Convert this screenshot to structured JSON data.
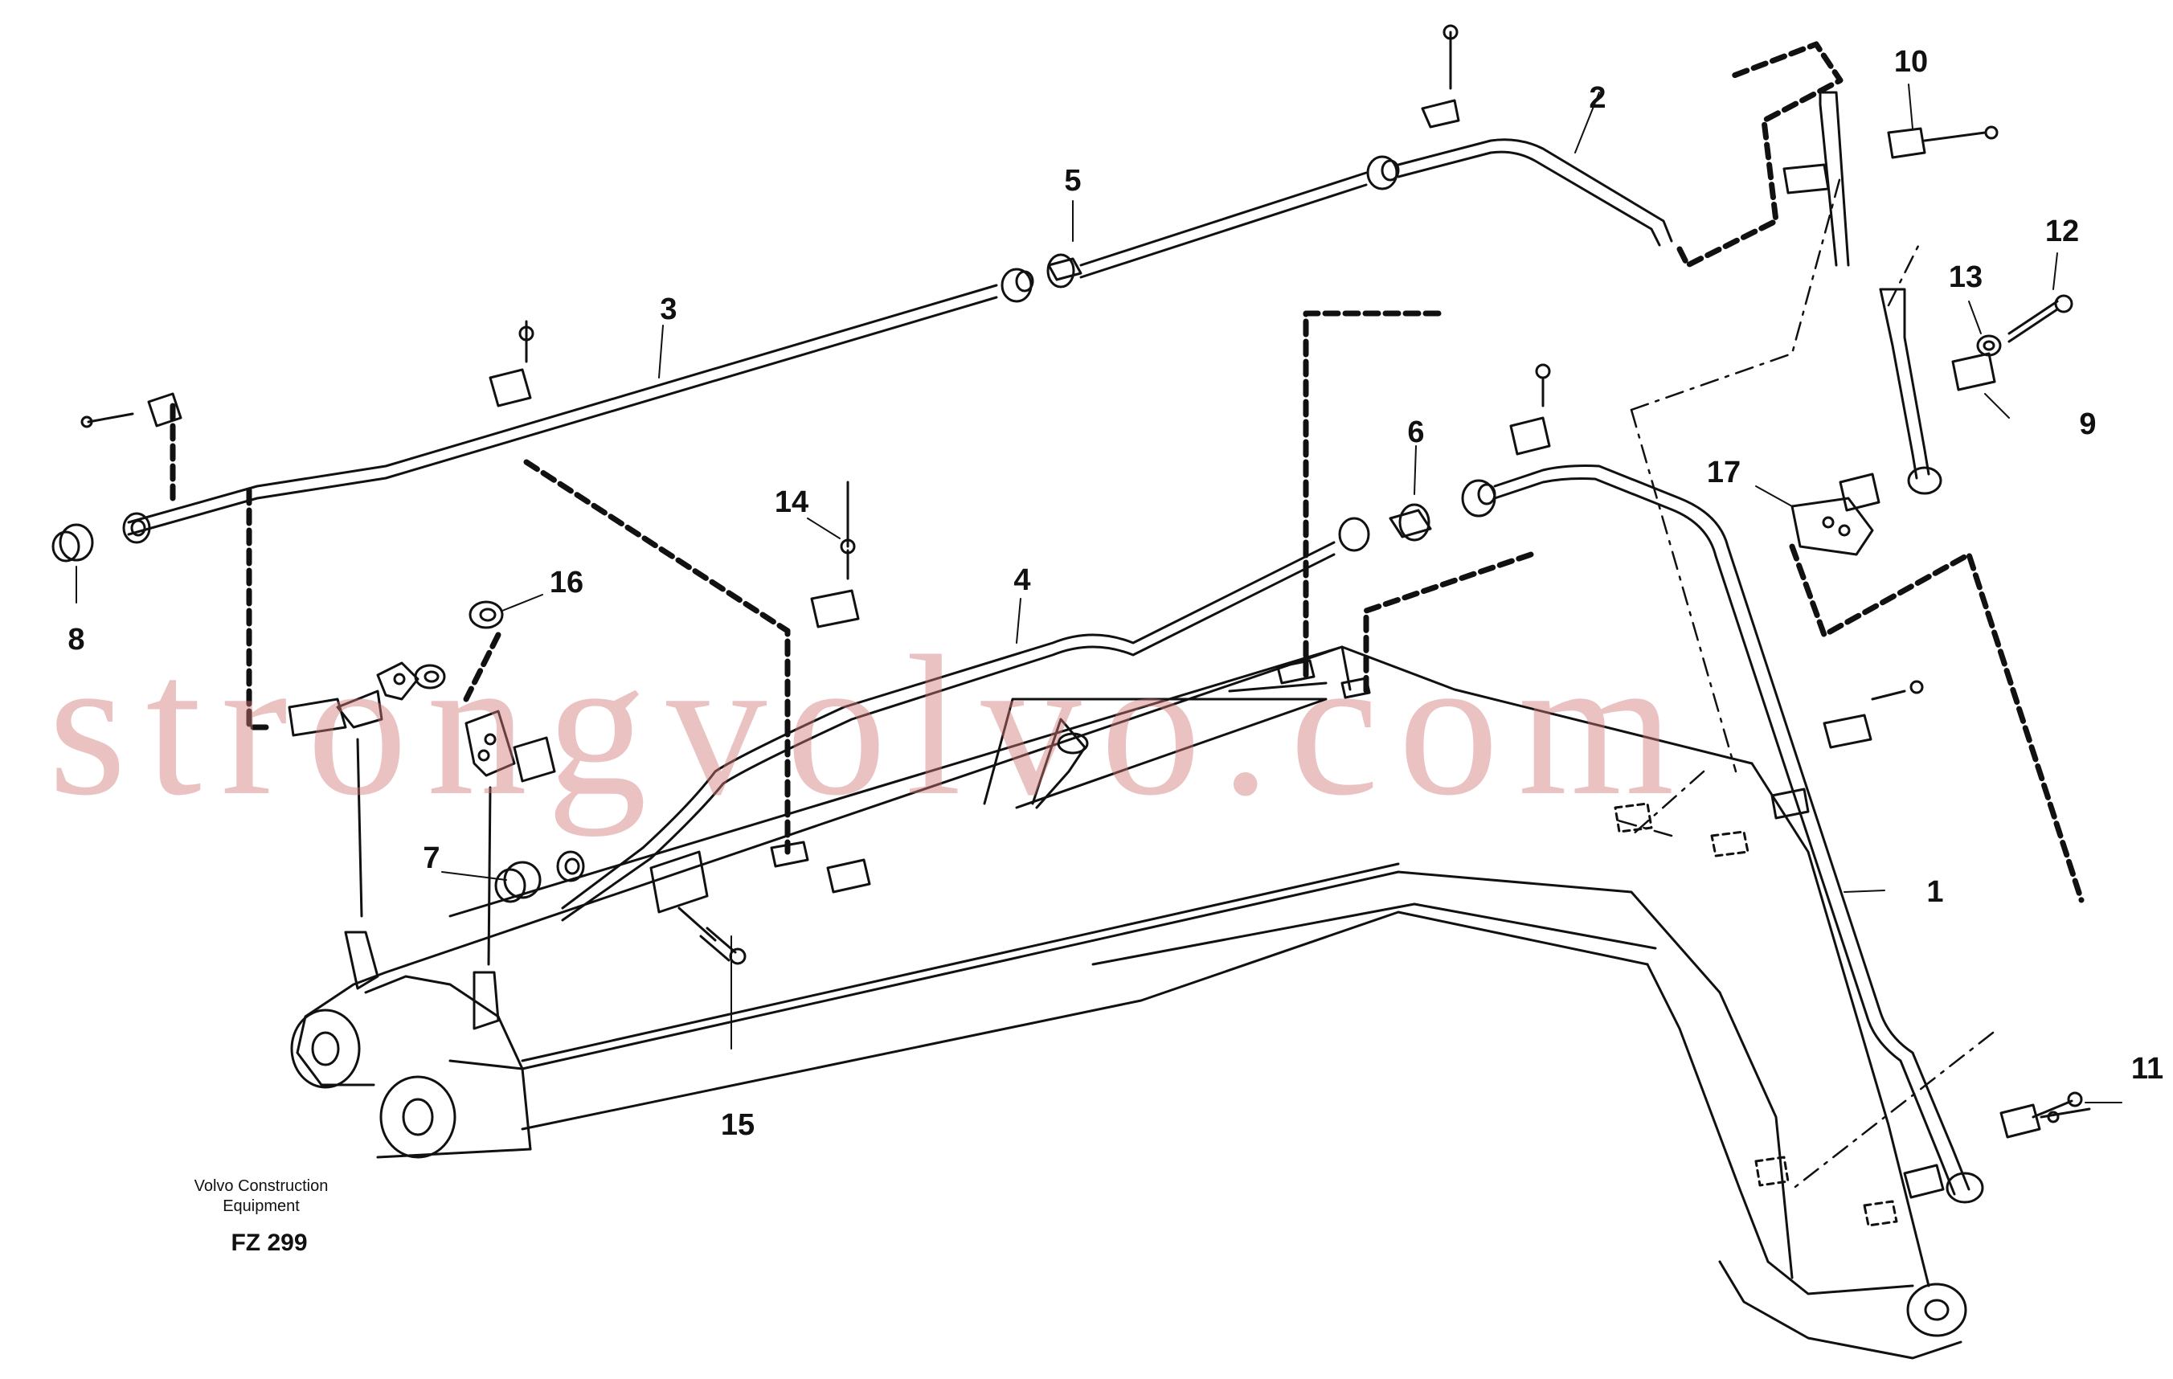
{
  "callouts": {
    "c1": "1",
    "c2": "2",
    "c3": "3",
    "c4": "4",
    "c5": "5",
    "c6": "6",
    "c7": "7",
    "c8": "8",
    "c9": "9",
    "c10": "10",
    "c11": "11",
    "c12": "12",
    "c13": "13",
    "c14": "14",
    "c15": "15",
    "c16": "16",
    "c17": "17"
  },
  "footer": {
    "company_line1": "Volvo Construction",
    "company_line2": "Equipment",
    "figure_code": "FZ 299"
  },
  "watermark": "strongvolvo.com",
  "colors": {
    "line": "#111111",
    "watermark": "#d27878"
  }
}
